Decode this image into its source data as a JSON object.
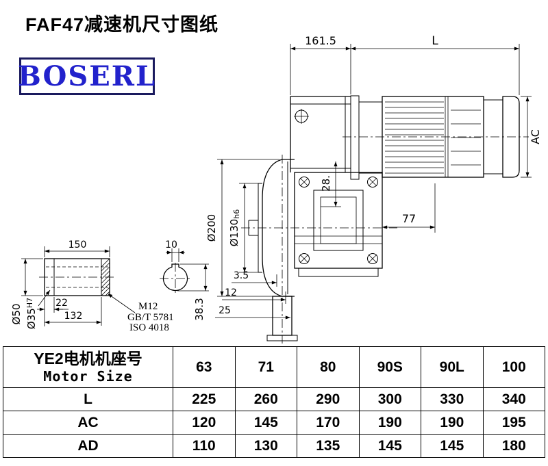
{
  "page": {
    "title": "FAF47减速机尺寸图纸",
    "logo_text": "BOSERL"
  },
  "colors": {
    "logo_text": "#2222cc",
    "logo_border": "#1a1a5e",
    "line": "#000000"
  },
  "dims": {
    "top_width": "161.5",
    "motor_length": "L",
    "motor_ac": "AC",
    "dim_28": "28.",
    "flange_od": "Ø200",
    "spigot_od": "Ø130",
    "spigot_tol": "h6",
    "dim_77": "77",
    "shaft_length": "150",
    "key_width": "10",
    "shaft_od": "Ø50",
    "bore_od": "Ø35",
    "bore_tol": "H7",
    "dim_22": "22",
    "dim_132": "132",
    "thread_callout": "M12",
    "standard_gb": "GB/T 5781",
    "standard_iso": "ISO 4018",
    "dim_3_5": "3.5",
    "dim_12": "12",
    "dim_25": "25",
    "dim_38_3": "38.3"
  },
  "table": {
    "header": {
      "line1": "YE2电机机座号",
      "line2": "Motor Size",
      "sizes": [
        "63",
        "71",
        "80",
        "90S",
        "90L",
        "100"
      ]
    },
    "rows": [
      {
        "label": "L",
        "values": [
          "225",
          "260",
          "290",
          "300",
          "330",
          "340"
        ]
      },
      {
        "label": "AC",
        "values": [
          "120",
          "145",
          "170",
          "190",
          "190",
          "195"
        ]
      },
      {
        "label": "AD",
        "values": [
          "110",
          "130",
          "135",
          "145",
          "145",
          "180"
        ]
      }
    ]
  }
}
